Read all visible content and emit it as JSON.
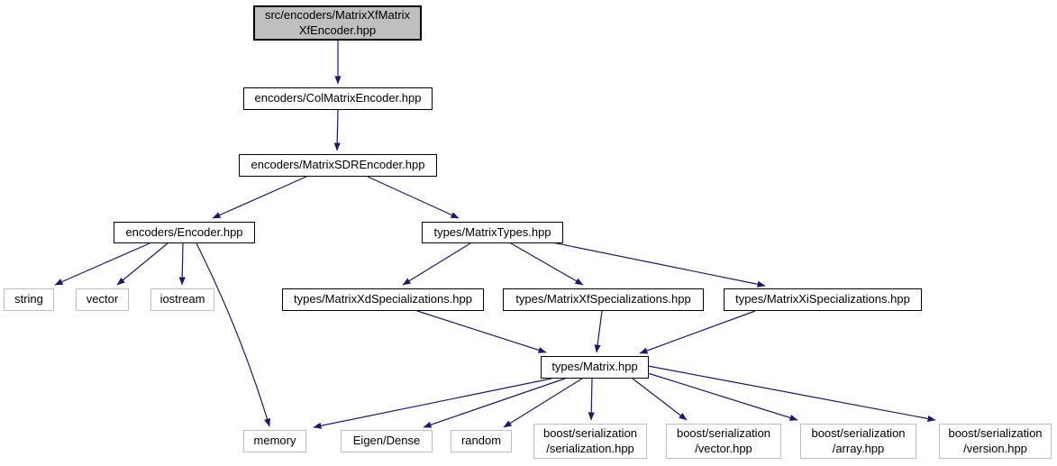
{
  "diagram": {
    "kind": "include-dependency-graph",
    "colors": {
      "edge": "#191970",
      "internal_node_border": "#000000",
      "external_node_border": "#bfbfbf",
      "root_node_fill": "#bfbfbf",
      "node_fill": "#ffffff",
      "background": "#ffffff",
      "text": "#000000"
    },
    "nodes": [
      {
        "id": "root",
        "label": "src/encoders/MatrixXfMatrix\nXfEncoder.hpp",
        "type": "root"
      },
      {
        "id": "col_matrix_encoder",
        "label": "encoders/ColMatrixEncoder.hpp",
        "type": "internal"
      },
      {
        "id": "matrix_sdr_encoder",
        "label": "encoders/MatrixSDREncoder.hpp",
        "type": "internal"
      },
      {
        "id": "encoder",
        "label": "encoders/Encoder.hpp",
        "type": "internal"
      },
      {
        "id": "matrix_types",
        "label": "types/MatrixTypes.hpp",
        "type": "internal"
      },
      {
        "id": "string",
        "label": "string",
        "type": "external"
      },
      {
        "id": "vector",
        "label": "vector",
        "type": "external"
      },
      {
        "id": "iostream",
        "label": "iostream",
        "type": "external"
      },
      {
        "id": "xd_spec",
        "label": "types/MatrixXdSpecializations.hpp",
        "type": "internal"
      },
      {
        "id": "xf_spec",
        "label": "types/MatrixXfSpecializations.hpp",
        "type": "internal"
      },
      {
        "id": "xi_spec",
        "label": "types/MatrixXiSpecializations.hpp",
        "type": "internal"
      },
      {
        "id": "matrix",
        "label": "types/Matrix.hpp",
        "type": "internal"
      },
      {
        "id": "memory",
        "label": "memory",
        "type": "external"
      },
      {
        "id": "eigen_dense",
        "label": "Eigen/Dense",
        "type": "external"
      },
      {
        "id": "random",
        "label": "random",
        "type": "external"
      },
      {
        "id": "boost_serialization",
        "label": "boost/serialization\n/serialization.hpp",
        "type": "external"
      },
      {
        "id": "boost_vector",
        "label": "boost/serialization\n/vector.hpp",
        "type": "external"
      },
      {
        "id": "boost_array",
        "label": "boost/serialization\n/array.hpp",
        "type": "external"
      },
      {
        "id": "boost_version",
        "label": "boost/serialization\n/version.hpp",
        "type": "external"
      }
    ],
    "edges": [
      {
        "from": "root",
        "to": "col_matrix_encoder"
      },
      {
        "from": "col_matrix_encoder",
        "to": "matrix_sdr_encoder"
      },
      {
        "from": "matrix_sdr_encoder",
        "to": "encoder"
      },
      {
        "from": "matrix_sdr_encoder",
        "to": "matrix_types"
      },
      {
        "from": "encoder",
        "to": "string"
      },
      {
        "from": "encoder",
        "to": "vector"
      },
      {
        "from": "encoder",
        "to": "iostream"
      },
      {
        "from": "encoder",
        "to": "memory"
      },
      {
        "from": "matrix_types",
        "to": "xd_spec"
      },
      {
        "from": "matrix_types",
        "to": "xf_spec"
      },
      {
        "from": "matrix_types",
        "to": "xi_spec"
      },
      {
        "from": "xd_spec",
        "to": "matrix"
      },
      {
        "from": "xf_spec",
        "to": "matrix"
      },
      {
        "from": "xi_spec",
        "to": "matrix"
      },
      {
        "from": "matrix",
        "to": "memory"
      },
      {
        "from": "matrix",
        "to": "eigen_dense"
      },
      {
        "from": "matrix",
        "to": "random"
      },
      {
        "from": "matrix",
        "to": "boost_serialization"
      },
      {
        "from": "matrix",
        "to": "boost_vector"
      },
      {
        "from": "matrix",
        "to": "boost_array"
      },
      {
        "from": "matrix",
        "to": "boost_version"
      }
    ]
  }
}
